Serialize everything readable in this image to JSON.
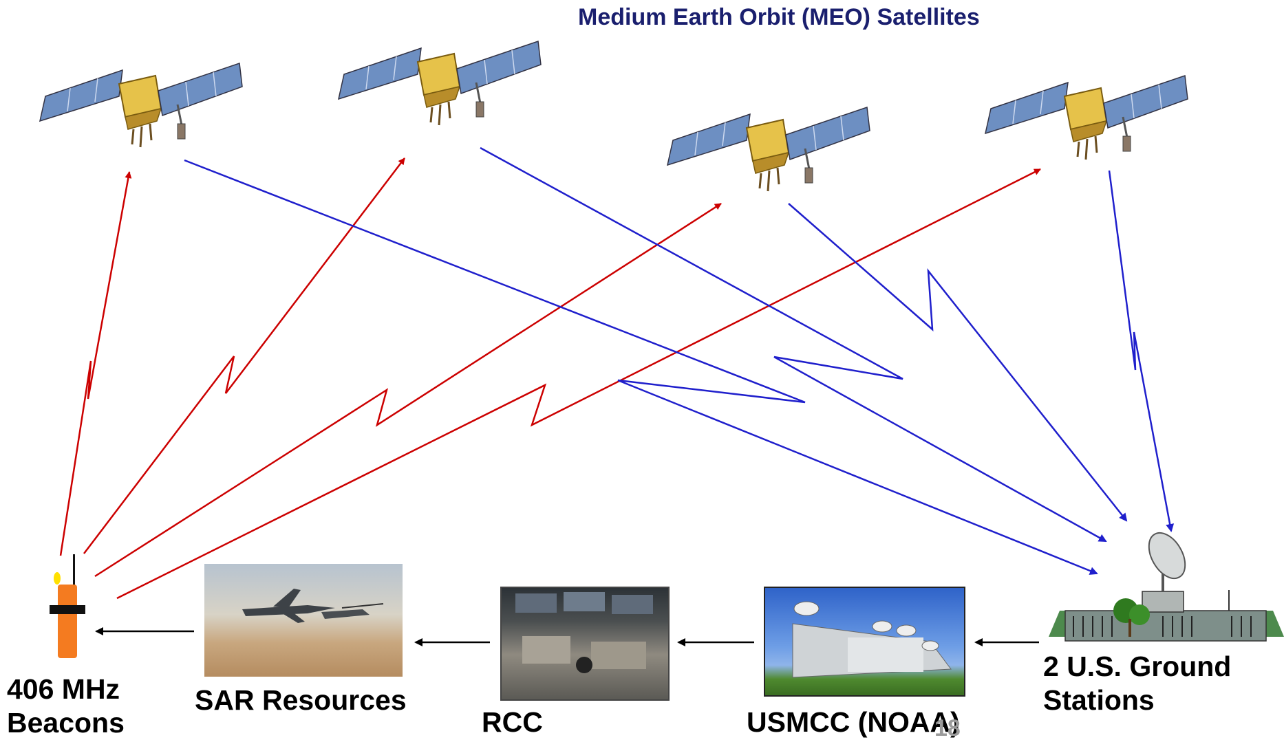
{
  "title": "Medium Earth Orbit (MEO) Satellites",
  "labels": {
    "beacon_line1": "406 MHz",
    "beacon_line2": "Beacons",
    "sar": "SAR Resources",
    "rcc": "RCC",
    "usmcc": "USMCC (NOAA)",
    "ground_line1": "2 U.S. Ground",
    "ground_line2": "Stations"
  },
  "page_number": "18",
  "colors": {
    "uplink": "#cc0000",
    "downlink": "#1f1fcc",
    "title": "#1a1f6e",
    "flow": "#000000"
  }
}
